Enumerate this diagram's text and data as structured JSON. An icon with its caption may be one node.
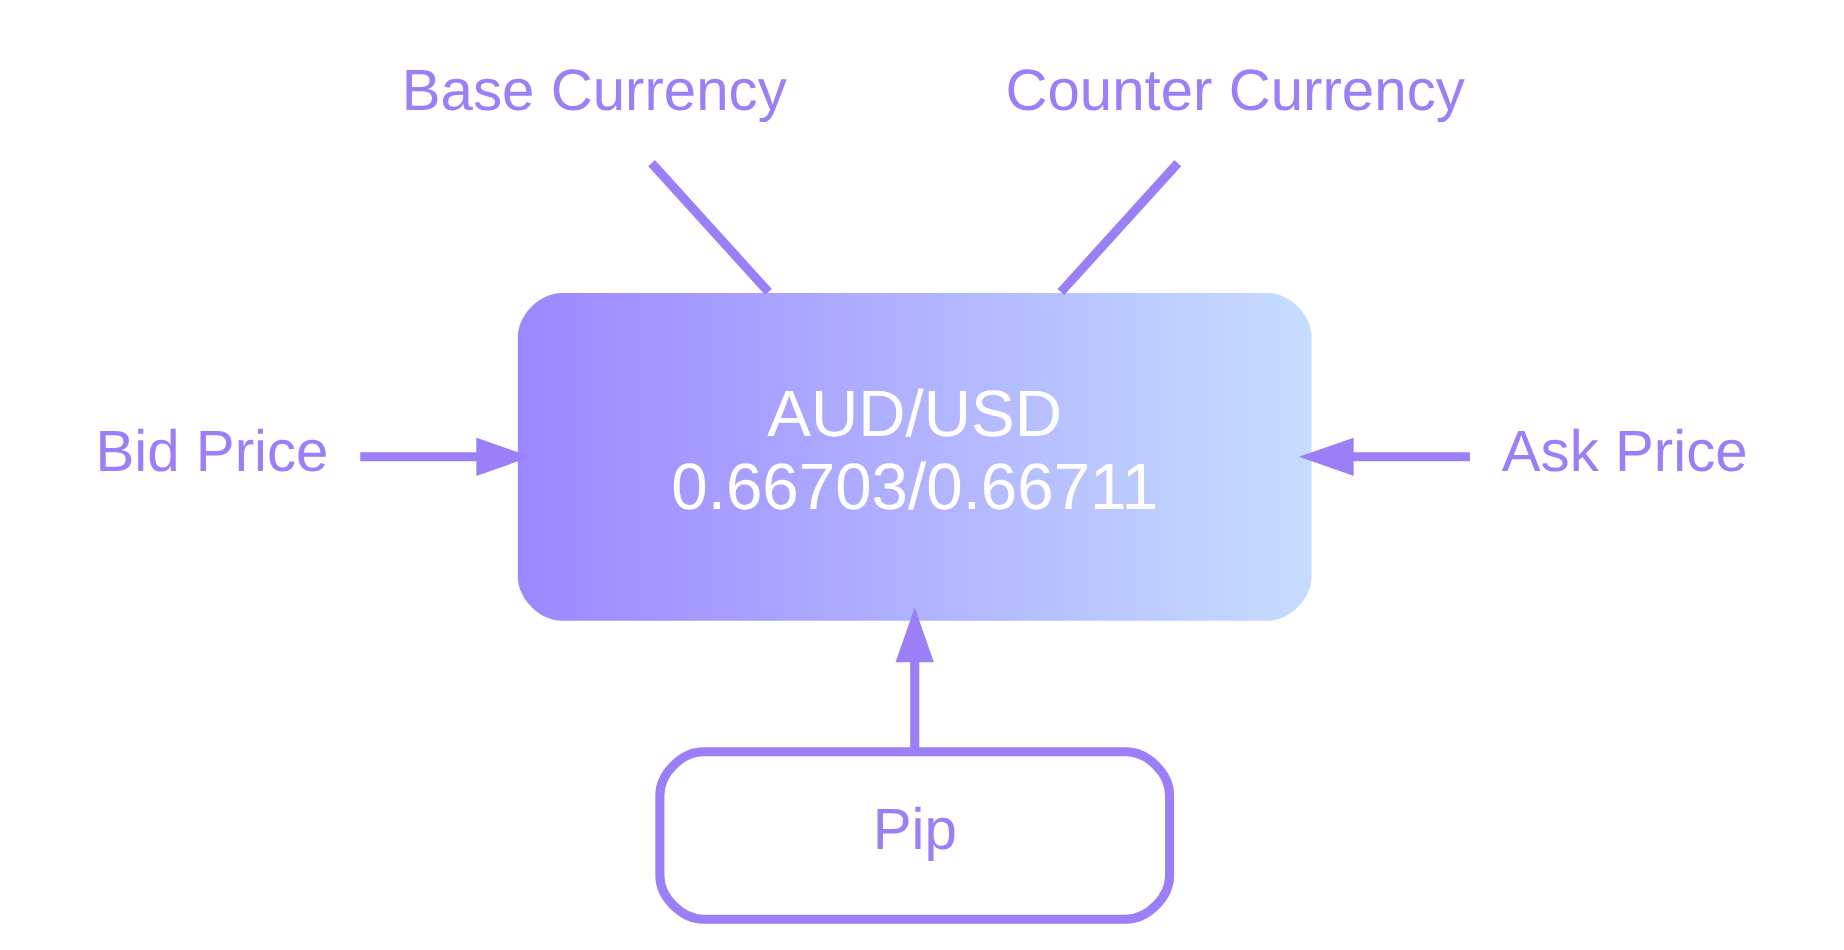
{
  "diagram": {
    "nodes": [
      {
        "text": [
          "Base Currency"
        ]
      },
      {
        "text": [
          "Counter Currency"
        ]
      },
      {
        "text": [
          "Bid Price"
        ]
      },
      {
        "text": [
          "AUD/USD",
          "0.66703/0.66711"
        ]
      },
      {
        "text": [
          "Ask Price"
        ]
      },
      {
        "text": [
          "Pip"
        ]
      }
    ],
    "edges": [
      {
        "from": 0,
        "to": 3,
        "arrow": "none"
      },
      {
        "from": 1,
        "to": 3,
        "arrow": "none"
      },
      {
        "from": 2,
        "to": 3,
        "arrow": "to"
      },
      {
        "from": 4,
        "to": 3,
        "arrow": "to"
      },
      {
        "from": 5,
        "to": 3,
        "arrow": "to"
      }
    ]
  }
}
